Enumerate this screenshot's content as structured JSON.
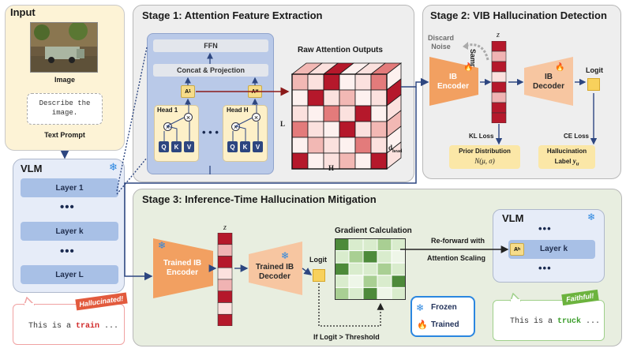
{
  "input_panel": {
    "title": "Input",
    "image_label": "Image",
    "prompt_text": "Describe the image.",
    "prompt_label": "Text Prompt"
  },
  "vlm_panel": {
    "title": "VLM",
    "layers": [
      "Layer 1",
      "Layer k",
      "Layer L"
    ],
    "dots": "•••"
  },
  "output_hallucinated": {
    "badge": "Hallucinated!",
    "text_prefix": "This is a ",
    "word": "train",
    "text_suffix": " ..."
  },
  "stage1": {
    "title": "Stage 1: Attention Feature Extraction",
    "ffn": "FFN",
    "concat": "Concat & Projection",
    "a1": "A",
    "a1_sub": "1",
    "ah": "A",
    "ah_sub": "H",
    "head1": "Head 1",
    "headh": "Head H",
    "q": "Q",
    "k": "K",
    "v": "V",
    "dots": "• • •",
    "raw_title": "Raw Attention Outputs",
    "axis_l": "L",
    "axis_h": "H",
    "axis_d": "d",
    "axis_d_sub": "head"
  },
  "stage2": {
    "title": "Stage 2: VIB Hallucination Detection",
    "discard_noise": "Discard\nNoise",
    "sampling": "Sampling",
    "z": "z",
    "ib_encoder": "IB\nEncoder",
    "ib_decoder": "IB\nDecoder",
    "logit": "Logit",
    "kl_loss": "KL Loss",
    "ce_loss": "CE Loss",
    "prior_title": "Prior Distribution",
    "prior_formula": "N(μ, σ)",
    "label_title": "Hallucination",
    "label_sub": "Label",
    "label_var": "y",
    "label_var_sub": "u"
  },
  "stage3": {
    "title": "Stage 3: Inference-Time Hallucination Mitigation",
    "trained_encoder": "Trained IB\nEncoder",
    "trained_decoder": "Trained IB\nDecoder",
    "z": "z",
    "logit": "Logit",
    "gradient": "Gradient Calculation",
    "reforward": "Re-forward with",
    "attention_scaling": "Attention Scaling",
    "threshold": "If Logit > Threshold",
    "vlm_title": "VLM",
    "vlm_layer": "Layer k",
    "ah": "A",
    "ah_sub": "h",
    "dots": "•••",
    "legend_frozen": "Frozen",
    "legend_trained": "Trained"
  },
  "output_faithful": {
    "badge": "Faithful!",
    "text_prefix": "This is a ",
    "word": "truck",
    "text_suffix": " ..."
  },
  "colors": {
    "input_bg": "#fdf3d6",
    "panel_gray": "#eeeeee",
    "blue_panel": "#e6ecf8",
    "stage1_inner": "#b9c9e8",
    "red_bar": "#b5182b",
    "orange": "#f2a061",
    "orange_light": "#f7c6a1",
    "green_dark": "#4d8a3a",
    "green_light": "#d9eccd",
    "logit_yellow": "#f8d15c",
    "hallucinated": "#e25a3d",
    "faithful": "#6cb33e"
  }
}
